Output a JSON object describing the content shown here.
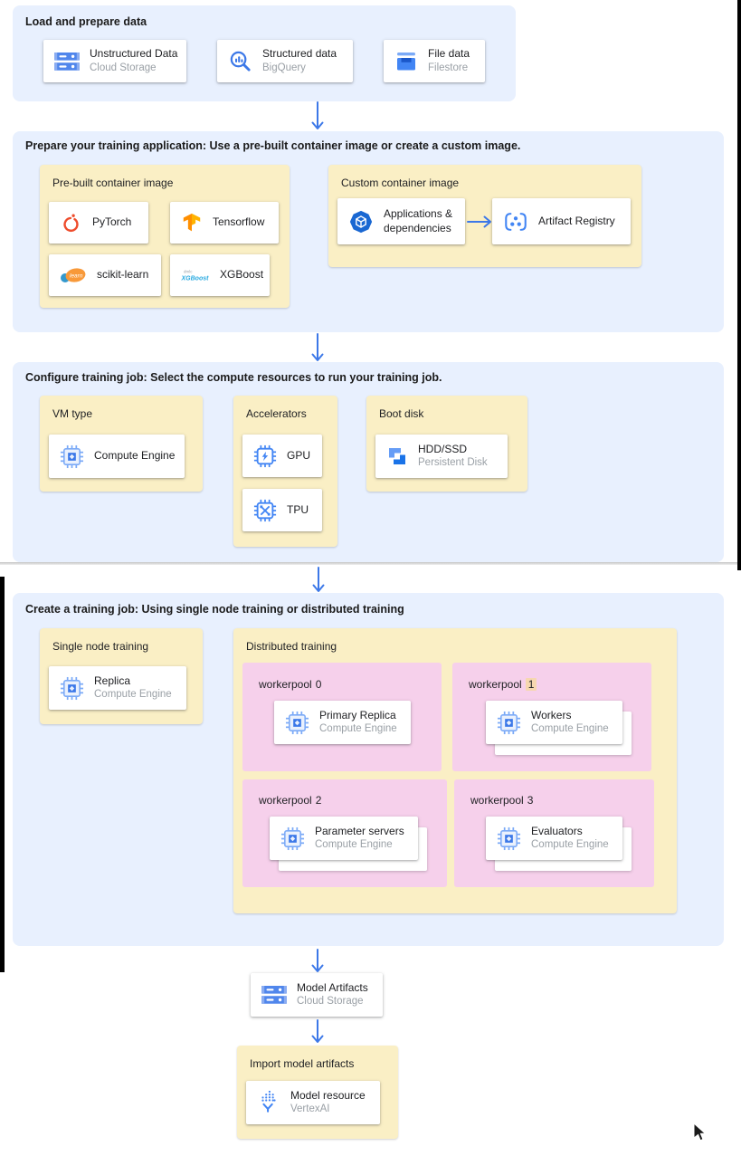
{
  "colors": {
    "section_bg": "#E8F0FE",
    "group_bg": "#FAEFC5",
    "pool_bg": "#F6D0EB",
    "arrow": "#3C78E8",
    "card_title": "#202124",
    "card_subtitle": "#9AA0A6",
    "highlight_bg": "#F6D7B0"
  },
  "load": {
    "title": "Load and prepare data",
    "cards": [
      {
        "icon": "cloud-storage-icon",
        "title": "Unstructured Data",
        "subtitle": "Cloud Storage"
      },
      {
        "icon": "bigquery-icon",
        "title": "Structured data",
        "subtitle": "BigQuery"
      },
      {
        "icon": "filestore-icon",
        "title": "File data",
        "subtitle": "Filestore"
      }
    ]
  },
  "prepare": {
    "title": "Prepare your training application: Use a pre-built container image or create a custom image.",
    "prebuilt": {
      "title": "Pre-built container image",
      "cards": [
        {
          "icon": "pytorch-icon",
          "title": "PyTorch"
        },
        {
          "icon": "tensorflow-icon",
          "title": "Tensorflow"
        },
        {
          "icon": "scikit-learn-icon",
          "title": "scikit-learn"
        },
        {
          "icon": "xgboost-icon",
          "title": "XGBoost"
        }
      ]
    },
    "custom": {
      "title": "Custom container image",
      "app_card": {
        "icon": "applications-icon",
        "title": "Applications & dependencies"
      },
      "registry_card": {
        "icon": "artifact-registry-icon",
        "title": "Artifact Registry"
      }
    }
  },
  "configure": {
    "title": "Configure training job: Select the compute resources to run your training job.",
    "vm_type": {
      "title": "VM type",
      "card": {
        "icon": "compute-engine-icon",
        "title": "Compute Engine"
      }
    },
    "accelerators": {
      "title": "Accelerators",
      "cards": [
        {
          "icon": "gpu-icon",
          "title": "GPU"
        },
        {
          "icon": "tpu-icon",
          "title": "TPU"
        }
      ]
    },
    "boot_disk": {
      "title": "Boot disk",
      "card": {
        "icon": "persistent-disk-icon",
        "title": "HDD/SSD",
        "subtitle": "Persistent Disk"
      }
    }
  },
  "create": {
    "title": "Create a training job: Using single node training or distributed training",
    "single_node": {
      "title": "Single node training",
      "card": {
        "icon": "compute-engine-icon",
        "title": "Replica",
        "subtitle": "Compute Engine"
      }
    },
    "distributed": {
      "title": "Distributed training",
      "pools": [
        {
          "label": "workerpool",
          "number": "0",
          "highlighted": false,
          "card": {
            "icon": "compute-engine-icon",
            "title": "Primary Replica",
            "subtitle": "Compute Engine"
          }
        },
        {
          "label": "workerpool",
          "number": "1",
          "highlighted": true,
          "card": {
            "icon": "compute-engine-icon",
            "title": "Workers",
            "subtitle": "Compute Engine"
          }
        },
        {
          "label": "workerpool",
          "number": "2",
          "highlighted": false,
          "card": {
            "icon": "compute-engine-icon",
            "title": "Parameter servers",
            "subtitle": "Compute Engine"
          }
        },
        {
          "label": "workerpool",
          "number": "3",
          "highlighted": false,
          "card": {
            "icon": "compute-engine-icon",
            "title": "Evaluators",
            "subtitle": "Compute Engine"
          }
        }
      ]
    }
  },
  "model_artifacts": {
    "icon": "cloud-storage-icon",
    "title": "Model Artifacts",
    "subtitle": "Cloud Storage"
  },
  "import_model": {
    "title": "Import model artifacts",
    "card": {
      "icon": "vertex-ai-icon",
      "title": "Model resource",
      "subtitle": "VertexAI"
    }
  }
}
